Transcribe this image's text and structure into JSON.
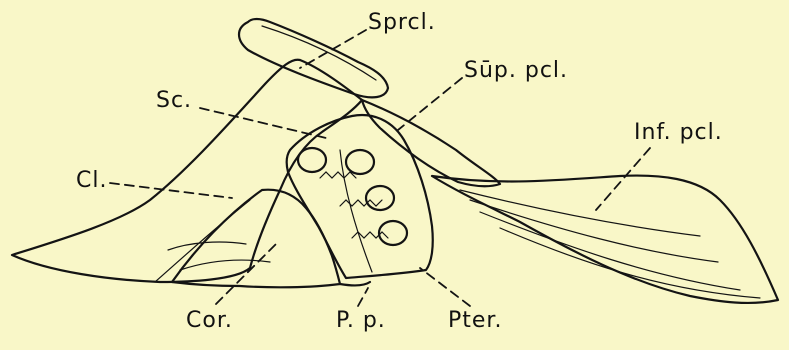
{
  "labels": {
    "sprcl": "Sprcl.",
    "sup_pcl": "Sūp. pcl.",
    "sc": "Sc.",
    "cl": "Cl.",
    "inf_pcl": "Inf. pcl.",
    "cor": "Cor.",
    "pp": "P. p.",
    "pter": "Pter."
  },
  "colors": {
    "background": "#f9f7c8",
    "ink": "#141414"
  }
}
